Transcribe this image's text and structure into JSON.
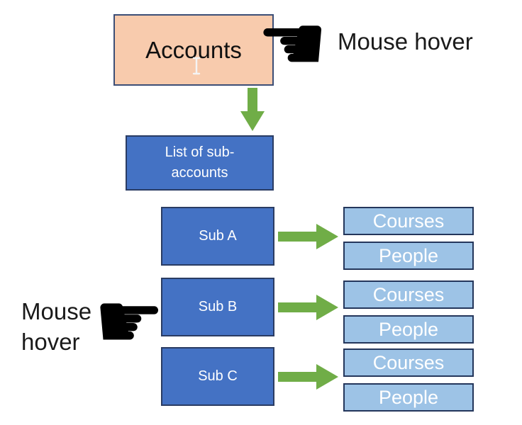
{
  "colors": {
    "accounts_fill": "#F8CBAD",
    "accounts_border": "#3C4E76",
    "primary_blue_fill": "#4472C4",
    "primary_blue_border": "#2A3C63",
    "light_blue_fill": "#9DC3E6",
    "light_blue_border": "#24365B",
    "arrow_green": "#70AD47",
    "hand_black": "#000000",
    "text_dark": "#1A1A1A",
    "text_white": "#FFFFFF"
  },
  "icons": {
    "hand_left": "☚",
    "hand_right": "☛",
    "text_cursor": "I-beam",
    "arrow_down": "green-down-arrow",
    "arrow_right": "green-right-arrow"
  },
  "diagram": {
    "accounts": {
      "label": "Accounts"
    },
    "hover_top": {
      "label": "Mouse hover"
    },
    "hover_left": {
      "line1": "Mouse",
      "line2": "hover"
    },
    "list_box": {
      "line1": "List of sub-",
      "line2": "accounts"
    },
    "rows": [
      {
        "label": "Sub A",
        "children": [
          {
            "label": "Courses"
          },
          {
            "label": "People"
          }
        ]
      },
      {
        "label": "Sub B",
        "children": [
          {
            "label": "Courses"
          },
          {
            "label": "People"
          }
        ]
      },
      {
        "label": "Sub C",
        "children": [
          {
            "label": "Courses"
          },
          {
            "label": "People"
          }
        ]
      }
    ]
  }
}
